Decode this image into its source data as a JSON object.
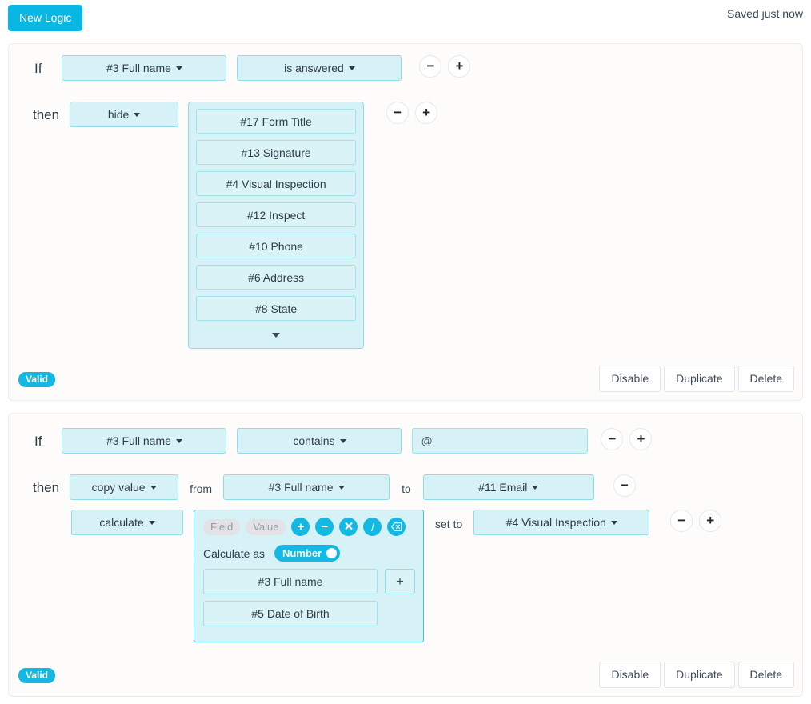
{
  "toolbar": {
    "new_logic_label": "New Logic",
    "saved_status": "Saved just now"
  },
  "colors": {
    "accent": "#14b9e3",
    "button_primary": "#09b8e2",
    "control_bg": "#d7f2f6",
    "control_border": "#8fdde9",
    "card_bg": "#fdfcfa"
  },
  "rules": [
    {
      "if": {
        "keyword": "If",
        "field": "#3 Full name",
        "operator": "is answered",
        "remove_label": "−",
        "add_label": "+"
      },
      "then": {
        "keyword": "then",
        "action": "hide",
        "fields": [
          "#17 Form Title",
          "#13 Signature",
          "#4 Visual Inspection",
          "#12 Inspect",
          "#10 Phone",
          "#6 Address",
          "#8 State"
        ],
        "remove_label": "−",
        "add_label": "+"
      },
      "status_badge": "Valid",
      "actions": [
        "Disable",
        "Duplicate",
        "Delete"
      ]
    },
    {
      "if": {
        "keyword": "If",
        "field": "#3 Full name",
        "operator": "contains",
        "value": "@",
        "value_placeholder": "",
        "remove_label": "−",
        "add_label": "+"
      },
      "then": {
        "keyword": "then",
        "copy": {
          "action": "copy value",
          "from_label": "from",
          "from_field": "#3 Full name",
          "to_label": "to",
          "to_field": "#11 Email",
          "remove_label": "−"
        },
        "calculate": {
          "action": "calculate",
          "tokens": [
            "Field",
            "Value"
          ],
          "operators": [
            "plus-icon",
            "minus-icon",
            "times-icon",
            "divide-icon",
            "backspace-icon"
          ],
          "calculate_as_label": "Calculate as",
          "calculate_as_value": "Number",
          "operands": [
            "#3 Full name",
            "#5 Date of Birth"
          ],
          "add_operand_label": "+",
          "set_to_label": "set to",
          "set_to_field": "#4 Visual Inspection",
          "remove_label": "−",
          "add_label": "+"
        }
      },
      "status_badge": "Valid",
      "actions": [
        "Disable",
        "Duplicate",
        "Delete"
      ]
    }
  ]
}
